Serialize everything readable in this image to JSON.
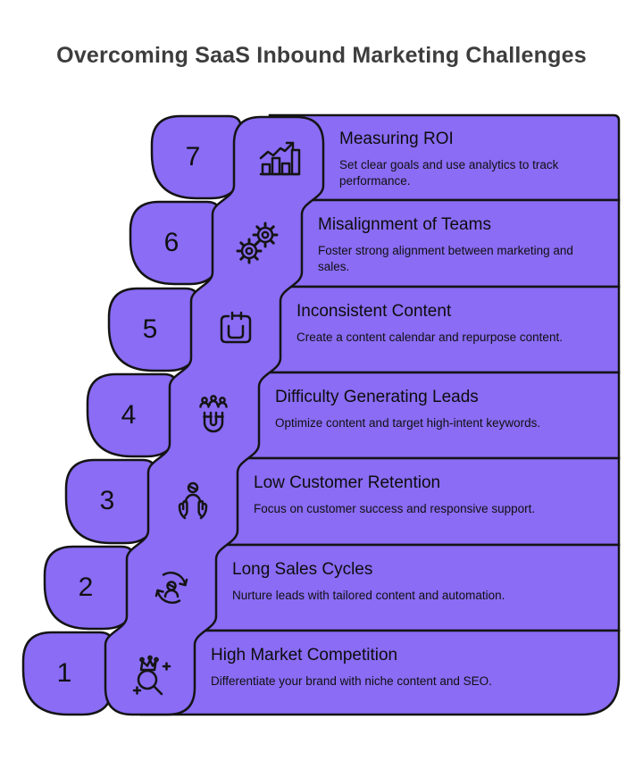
{
  "page": {
    "title": "Overcoming SaaS Inbound Marketing Challenges"
  },
  "colors": {
    "accent": "#8a6cf5",
    "outline": "#141414",
    "title_text": "#3d3d3d"
  },
  "items": [
    {
      "number": "7",
      "icon": "bar-chart-growth-icon",
      "title": "Measuring ROI",
      "description": "Set clear goals and use analytics to track performance."
    },
    {
      "number": "6",
      "icon": "gears-icon",
      "title": "Misalignment of Teams",
      "description": "Foster strong alignment between marketing and sales."
    },
    {
      "number": "5",
      "icon": "calendar-icon",
      "title": "Inconsistent Content",
      "description": "Create a content calendar and repurpose content."
    },
    {
      "number": "4",
      "icon": "lead-magnet-icon",
      "title": "Difficulty Generating Leads",
      "description": "Optimize content and target high-intent keywords."
    },
    {
      "number": "3",
      "icon": "customer-care-icon",
      "title": "Low Customer Retention",
      "description": "Focus on customer success and responsive support."
    },
    {
      "number": "2",
      "icon": "sales-cycle-icon",
      "title": "Long Sales Cycles",
      "description": "Nurture leads with tailored content and automation."
    },
    {
      "number": "1",
      "icon": "crown-search-icon",
      "title": "High Market Competition",
      "description": "Differentiate your brand with niche content and SEO."
    }
  ]
}
